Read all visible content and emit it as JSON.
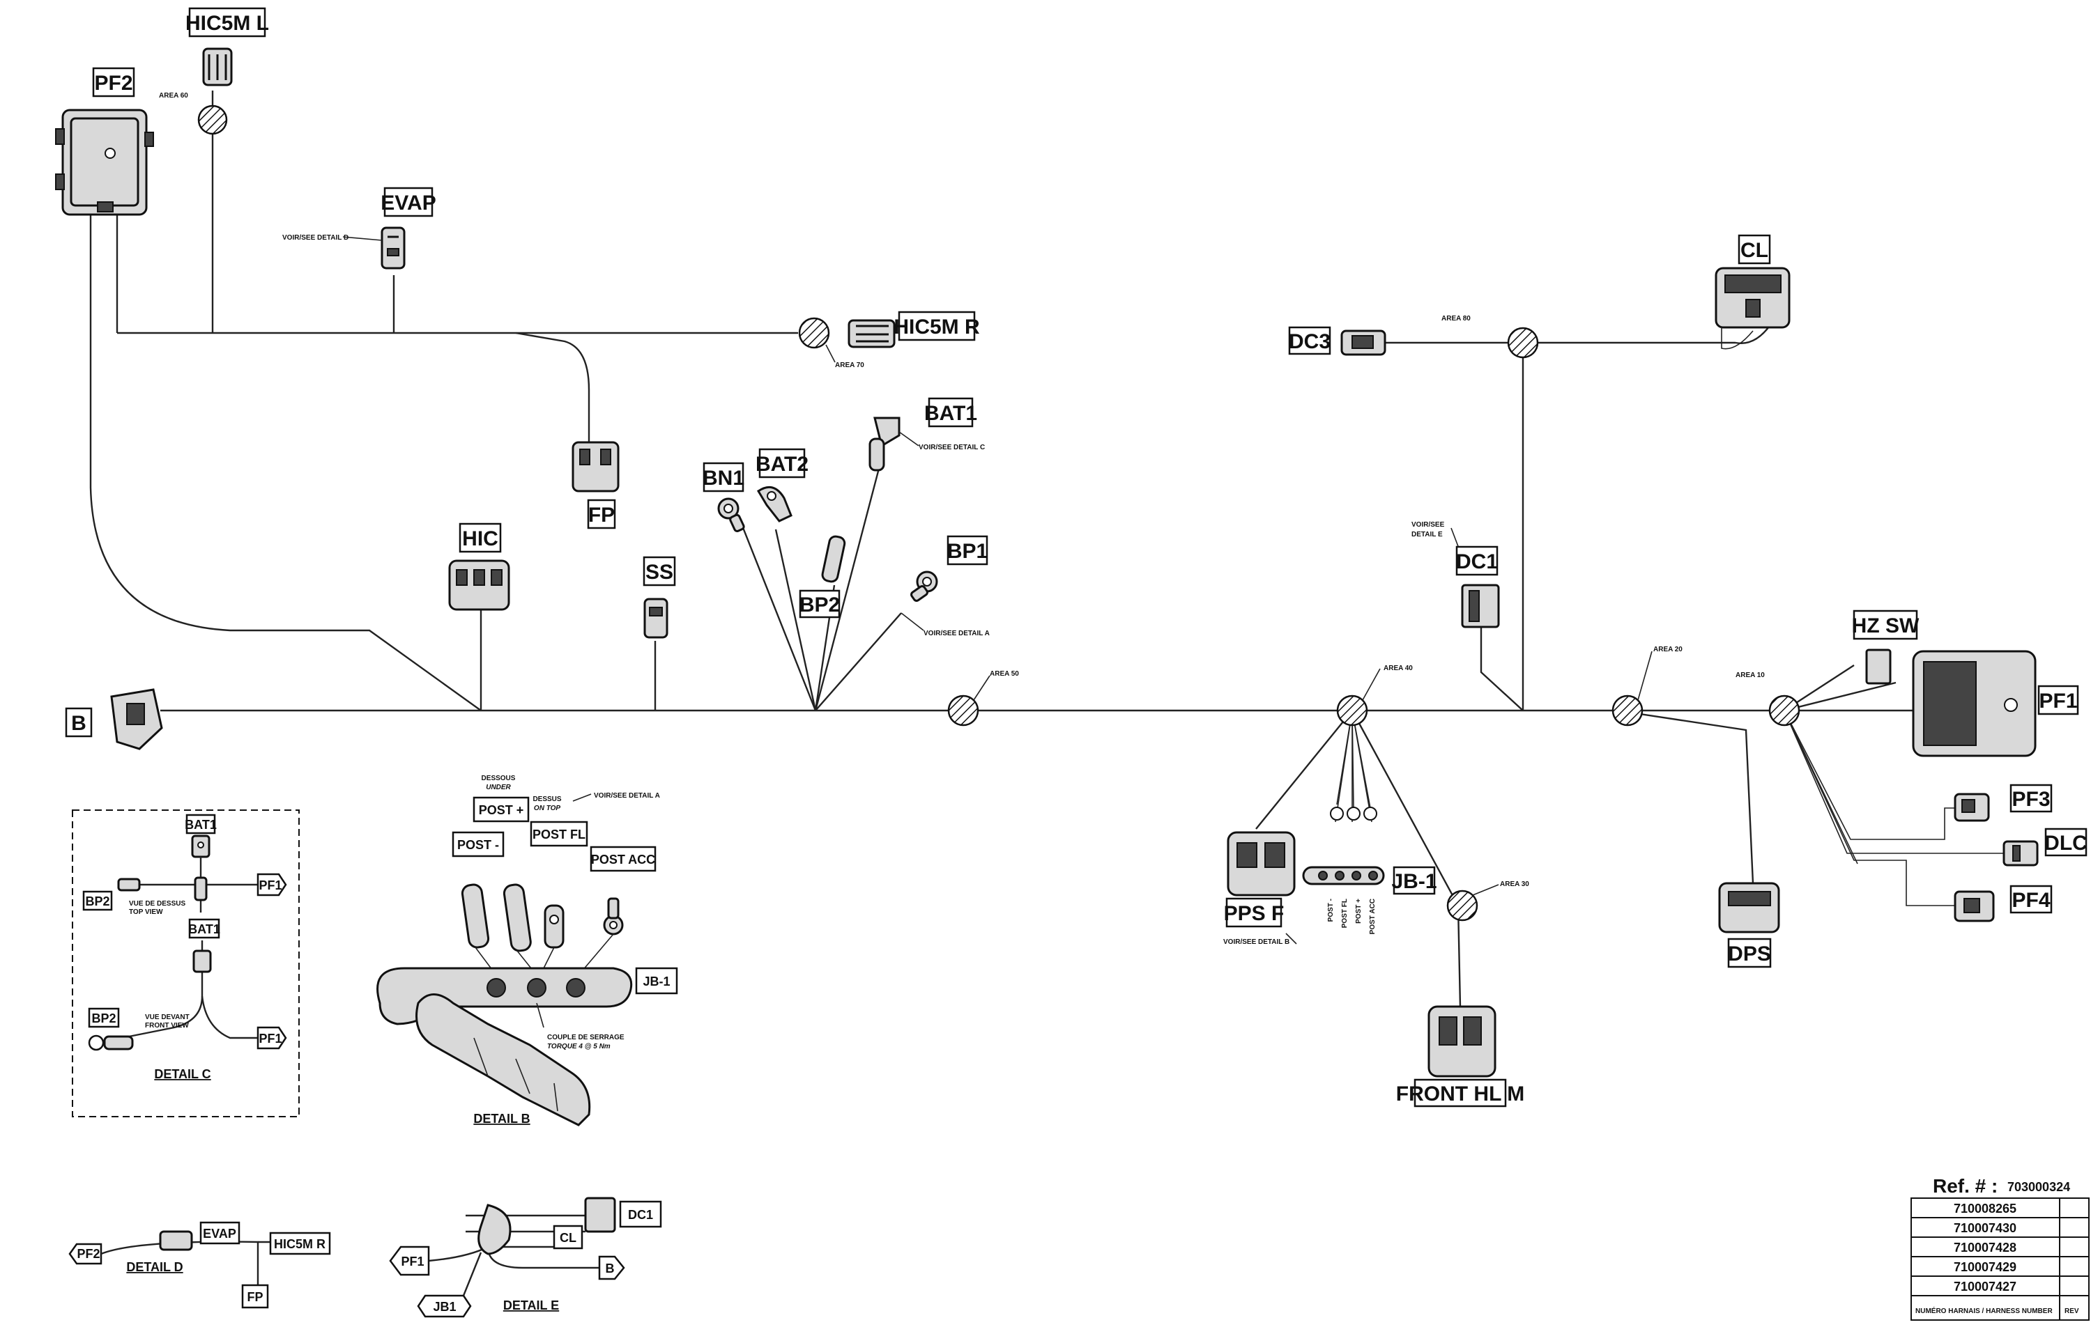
{
  "connectors": {
    "hic5m_l": "HIC5M  L",
    "pf2": "PF2",
    "evap": "EVAP",
    "hic5m_r": "HIC5M  R",
    "fp": "FP",
    "bat1": "BAT1",
    "bat2": "BAT2",
    "bn1": "BN1",
    "bp1": "BP1",
    "bp2": "BP2",
    "hic": "HIC",
    "ss": "SS",
    "b": "B",
    "dc3": "DC3",
    "cl": "CL",
    "dc1": "DC1",
    "hz_sw": "HZ  SW",
    "pf1": "PF1",
    "pf3": "PF3",
    "dlc": "DLC",
    "pf4": "PF4",
    "dps": "DPS",
    "pps_f": "PPS  F",
    "jb1": "JB-1",
    "front_hl_m": "FRONT  HL  M"
  },
  "areas": {
    "a60": "AREA 60",
    "a70": "AREA 70",
    "a50": "AREA 50",
    "a80": "AREA 80",
    "a40": "AREA 40",
    "a20": "AREA 20",
    "a10": "AREA 10",
    "a30": "AREA 30"
  },
  "notes": {
    "see_detail_d": "VOIR/SEE DETAIL D",
    "see_detail_c": "VOIR/SEE DETAIL C",
    "see_detail_a": "VOIR/SEE DETAIL A",
    "see_detail_a2": "VOIR/SEE DETAIL A",
    "see_detail_e_1": "VOIR/SEE",
    "see_detail_e_2": "DETAIL E",
    "see_detail_b": "VOIR/SEE DETAIL B"
  },
  "jb_posts": [
    "POST -",
    "POST FL",
    "POST +",
    "POST ACC"
  ],
  "detail_b": {
    "post_minus": "POST -",
    "post_plus": "POST +",
    "post_fl": "POST FL",
    "post_acc": "POST ACC",
    "jb1": "JB-1",
    "dessous": "DESSOUS",
    "under": "UNDER",
    "dessus": "DESSUS",
    "on_top": "ON TOP",
    "see_a": "VOIR/SEE DETAIL A",
    "torque_1": "COUPLE DE SERRAGE",
    "torque_2": "TORQUE 4 @ 5 Nm",
    "title": "DETAIL B"
  },
  "detail_c": {
    "bat1_a": "BAT1",
    "bat1_b": "BAT1",
    "bp2_a": "BP2",
    "bp2_b": "BP2",
    "pf1_a": "PF1",
    "pf1_b": "PF1",
    "top_view_1": "VUE DE DESSUS",
    "top_view_2": "TOP VIEW",
    "front_view_1": "VUE DEVANT",
    "front_view_2": "FRONT VIEW",
    "title": "DETAIL C"
  },
  "detail_d": {
    "pf2": "PF2",
    "evap": "EVAP",
    "hic5m_r": "HIC5M  R",
    "fp": "FP",
    "title": "DETAIL D"
  },
  "detail_e": {
    "pf1": "PF1",
    "cl": "CL",
    "dc1": "DC1",
    "b": "B",
    "jb1": "JB1",
    "title": "DETAIL E"
  },
  "ref_table": {
    "ref_label": "Ref. # :",
    "ref_number": "703000324",
    "harness_numbers": [
      "710008265",
      "710007430",
      "710007428",
      "710007429",
      "710007427"
    ],
    "footer_1": "NUMÉRO HARNAIS / HARNESS NUMBER",
    "footer_2": "REV"
  }
}
